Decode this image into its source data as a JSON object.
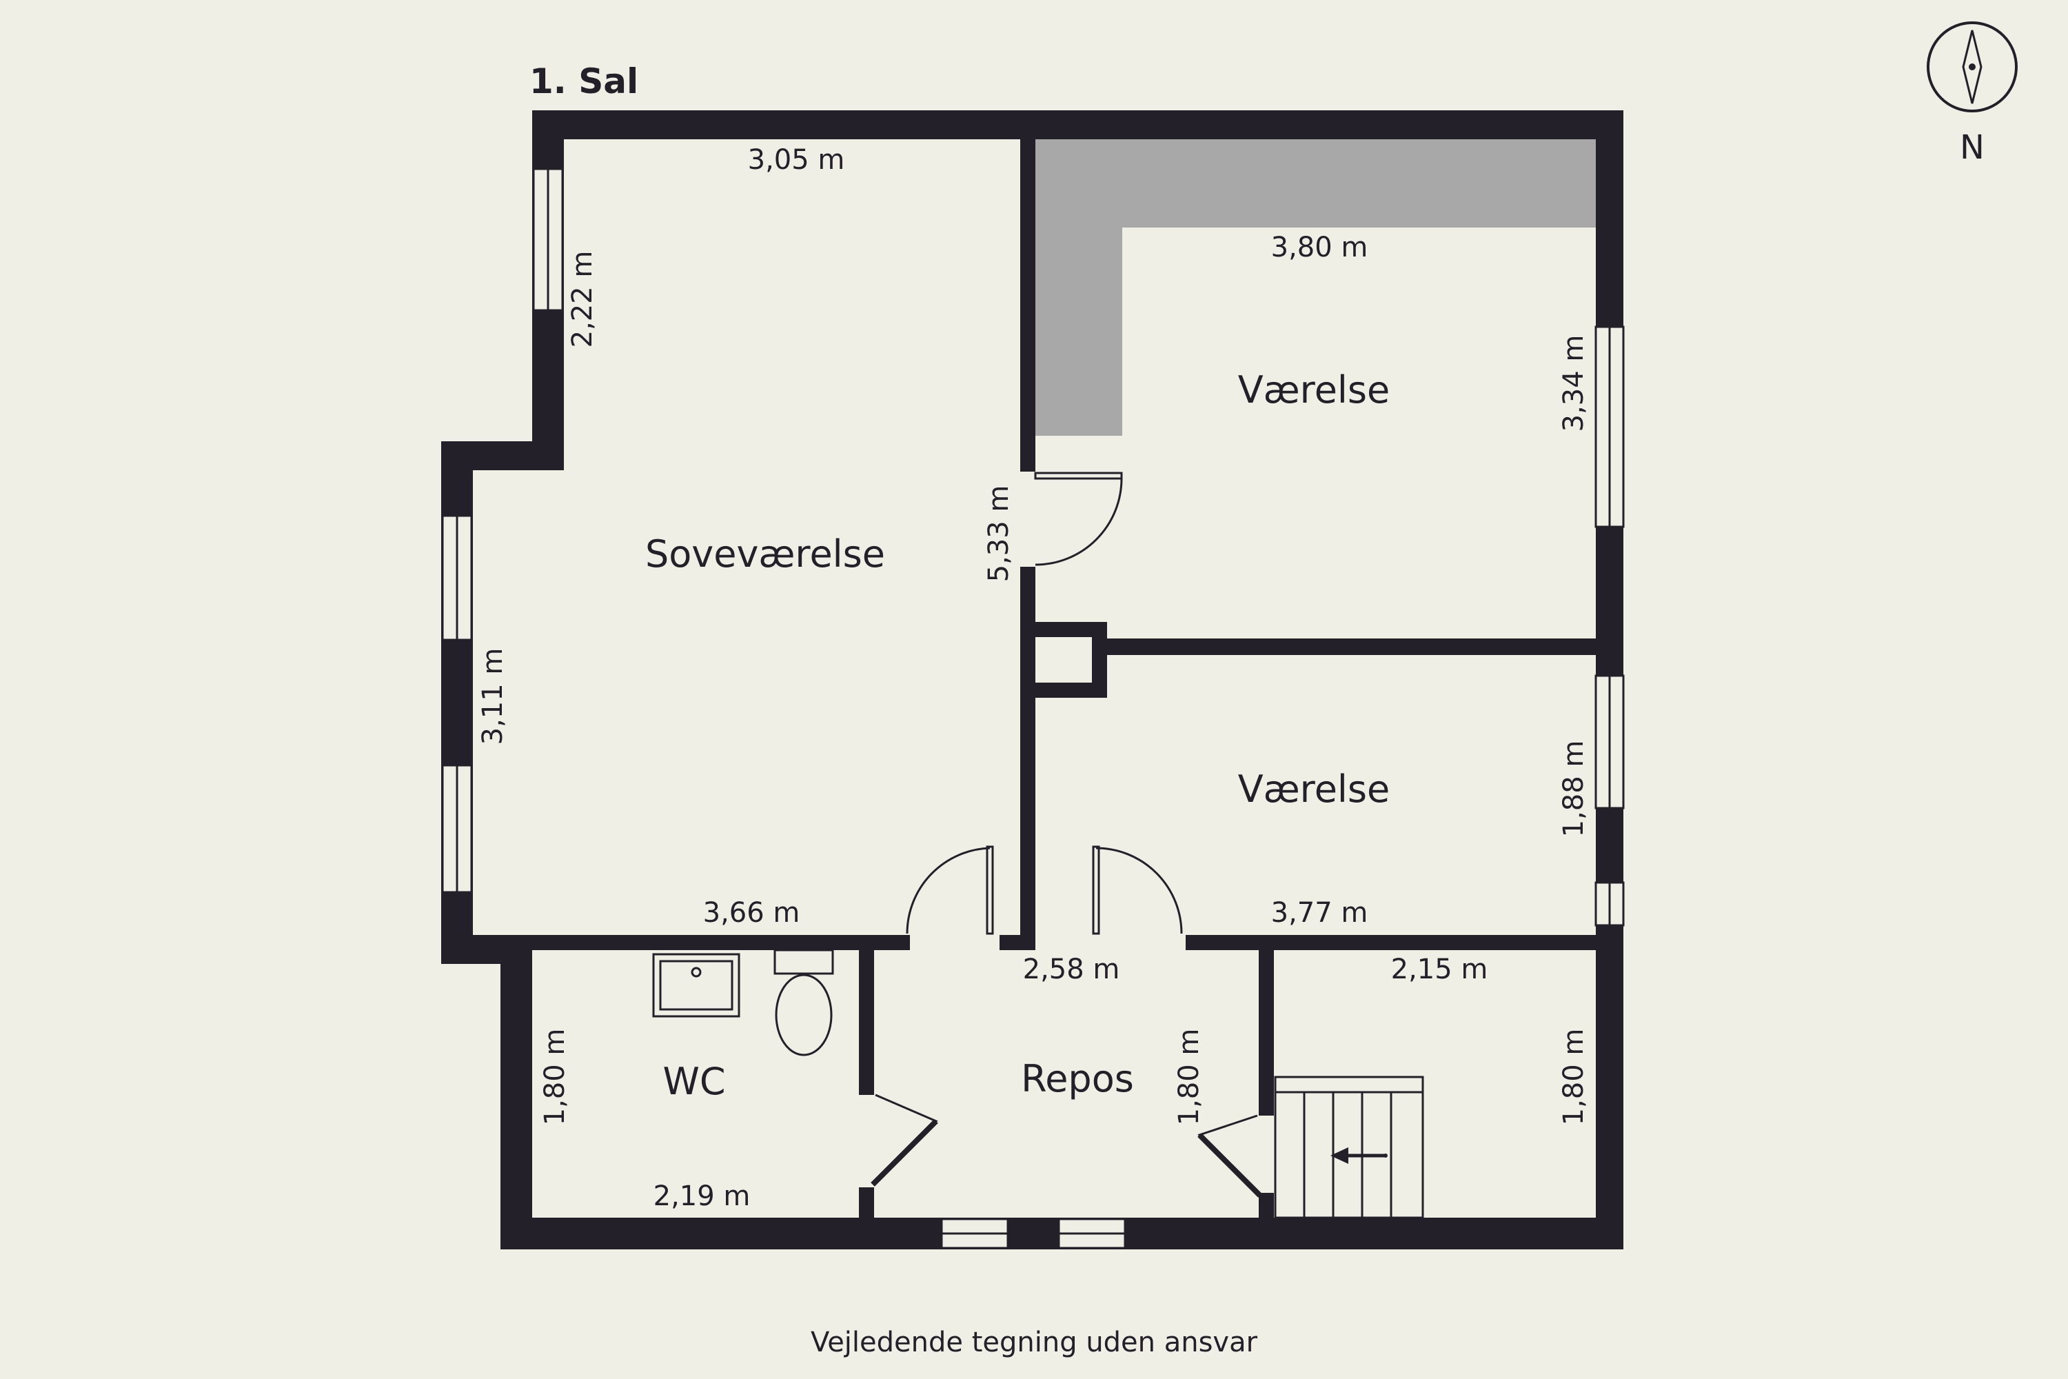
{
  "floor_label": "1. Sal",
  "footer_note": "Vejledende tegning uden ansvar",
  "compass": {
    "label": "N"
  },
  "rooms": {
    "bedroom": "Soveværelse",
    "room_top": "Værelse",
    "room_mid": "Værelse",
    "wc": "WC",
    "landing": "Repos"
  },
  "dimensions": {
    "bedroom_top": "3,05 m",
    "bedroom_window": "2,22 m",
    "bedroom_left": "3,11 m",
    "bedroom_bottom": "3,66 m",
    "partition": "5,33 m",
    "room_top_width": "3,80 m",
    "room_top_height": "3,34 m",
    "room_mid_height": "1,88 m",
    "room_mid_width": "3,77 m",
    "landing_width": "2,58 m",
    "landing_height": "1,80 m",
    "stair_width": "2,15 m",
    "stair_height": "1,80 m",
    "wc_height": "1,80 m",
    "wc_width": "2,19 m"
  },
  "colors": {
    "wall": "#24202a",
    "floor": "#f0efe6",
    "slope": "#a8a8a8",
    "window": "#f0efe6"
  },
  "icons": [
    "compass-icon",
    "stair-arrow-icon",
    "sink-icon",
    "toilet-icon"
  ]
}
